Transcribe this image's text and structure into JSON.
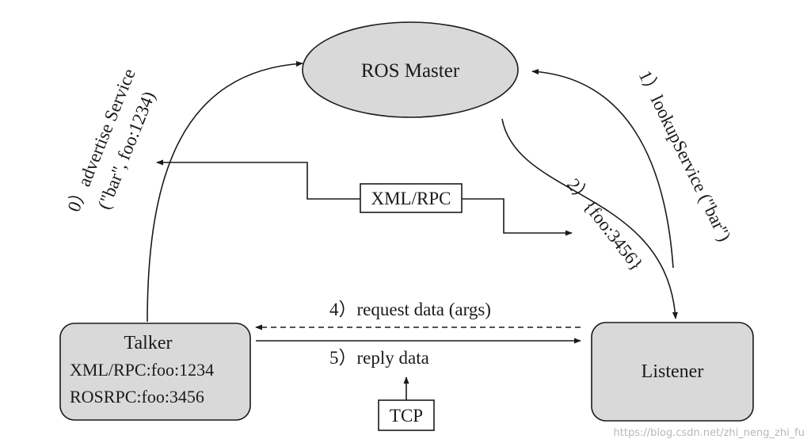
{
  "colors": {
    "node_fill": "#d9d9d9",
    "stroke": "#1a1a1a",
    "background": "#ffffff",
    "watermark": "#b8b8b8"
  },
  "nodes": {
    "master": {
      "label": "ROS Master"
    },
    "talker": {
      "title": "Talker",
      "line1": "XML/RPC:foo:1234",
      "line2": "ROSRPC:foo:3456"
    },
    "listener": {
      "label": "Listener"
    },
    "xmlrpc": {
      "label": "XML/RPC"
    },
    "tcp": {
      "label": "TCP"
    }
  },
  "edges": {
    "advertise_line1": "0）advertise Service",
    "advertise_line2": "(\"bar\", foo:1234)",
    "lookup": "1）lookupService (\"bar\")",
    "reply_foo": "2）{foo:3456}",
    "request": "4）request data (args)",
    "reply_data": "5）reply data"
  },
  "watermark": "https://blog.csdn.net/zhi_neng_zhi_fu"
}
